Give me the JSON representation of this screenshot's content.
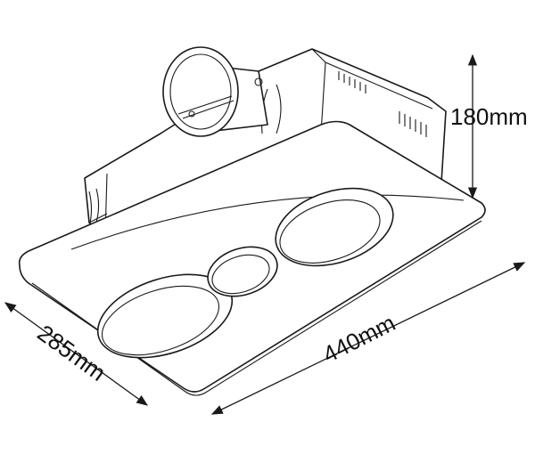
{
  "title": "Heater unit dimension drawing",
  "dimensions": {
    "height": "180mm",
    "depth": "285mm",
    "width": "440mm"
  },
  "colors": {
    "line": "#1a1a1a",
    "background": "#ffffff"
  }
}
